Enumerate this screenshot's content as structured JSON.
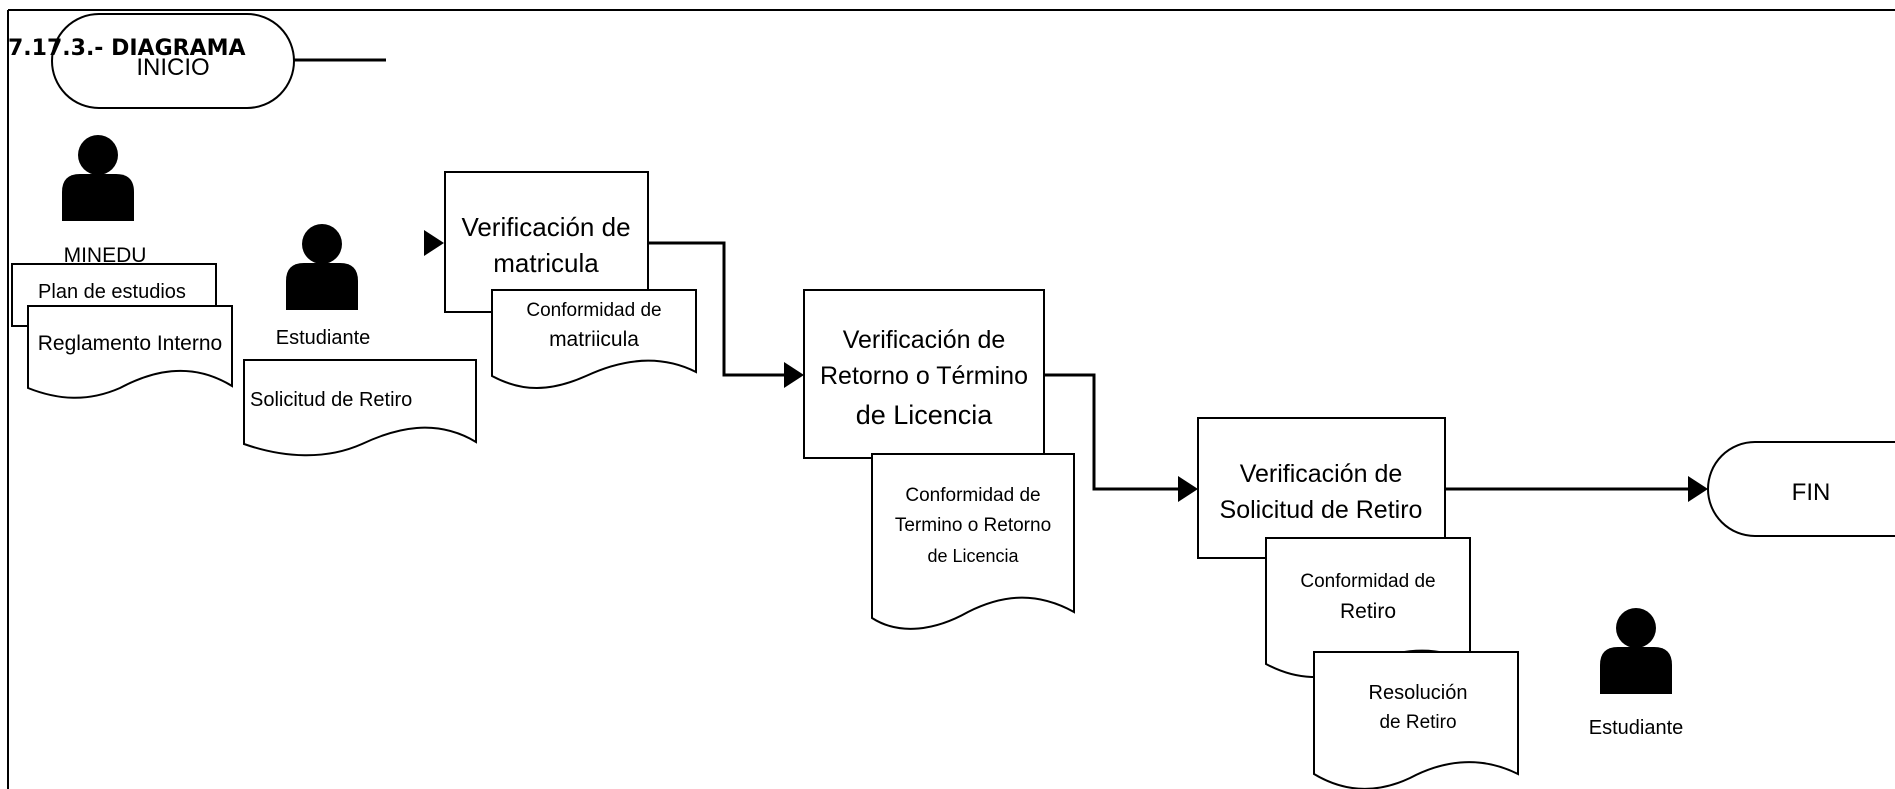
{
  "title": "7.17.3.- DIAGRAMA",
  "terminators": {
    "start": "INICIO",
    "end": "FIN"
  },
  "actors": {
    "minedu": "MINEDU",
    "student_1": "Estudiante",
    "student_2": "Estudiante"
  },
  "processes": {
    "verify_enrollment": [
      "Verificación de",
      "matricula"
    ],
    "verify_return": [
      "Verificación de",
      "Retorno o Término",
      "de Licencia"
    ],
    "verify_withdrawal": [
      "Verificación de",
      "Solicitud de Retiro"
    ]
  },
  "documents": {
    "study_plan": "Plan de estudios",
    "internal_rules": "Reglamento Interno",
    "withdrawal_request": "Solicitud de Retiro",
    "enrollment_conformity": [
      "Conformidad de",
      "matriicula"
    ],
    "return_conformity": [
      "Conformidad de",
      "Termino o Retorno",
      "de Licencia"
    ],
    "withdrawal_conformity": [
      "Conformidad de",
      "Retiro"
    ],
    "withdrawal_resolution": [
      "Resolución",
      "de Retiro"
    ]
  },
  "colors": {
    "stroke": "#000000",
    "fill": "#ffffff"
  }
}
